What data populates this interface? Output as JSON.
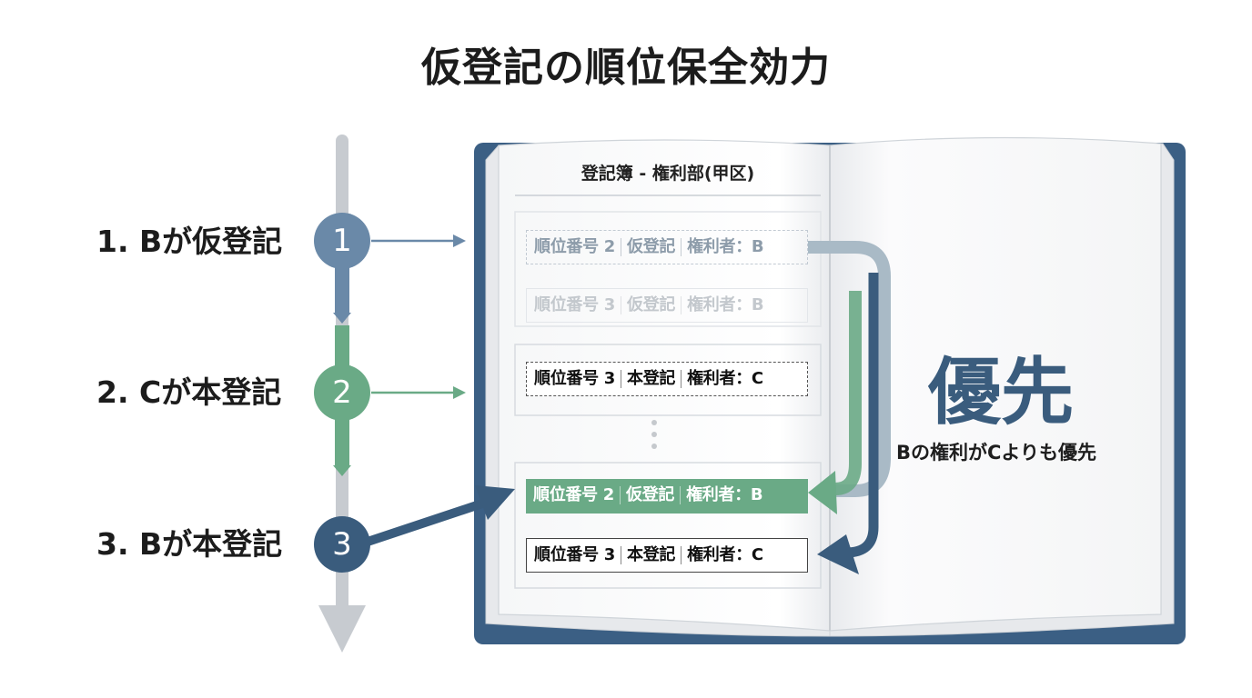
{
  "title": "仮登記の順位保全効力",
  "steps": [
    {
      "num": "1",
      "label": "1. Bが仮登記"
    },
    {
      "num": "2",
      "label": "2. Cが本登記"
    },
    {
      "num": "3",
      "label": "3. Bが本登記"
    }
  ],
  "ledger": {
    "heading": "登記簿 - 権利部(甲区)",
    "entries": [
      {
        "rank": "順位番号 2",
        "type": "仮登記",
        "holder": "権利者：B"
      },
      {
        "rank": "順位番号 3",
        "type": "仮登記",
        "holder": "権利者：B"
      },
      {
        "rank": "順位番号 3",
        "type": "本登記",
        "holder": "権利者：C"
      },
      {
        "rank": "順位番号 2",
        "type": "仮登記",
        "holder": "権利者：B"
      },
      {
        "rank": "順位番号 3",
        "type": "本登記",
        "holder": "権利者：C"
      }
    ]
  },
  "priority": {
    "big": "優先",
    "sub": "Bの権利がCよりも優先"
  },
  "colors": {
    "step1": "#6a89a8",
    "step2": "#6aaa86",
    "step3": "#3a5c7d",
    "timeline": "#c7cbd0",
    "book_cover": "#3b5f84"
  }
}
